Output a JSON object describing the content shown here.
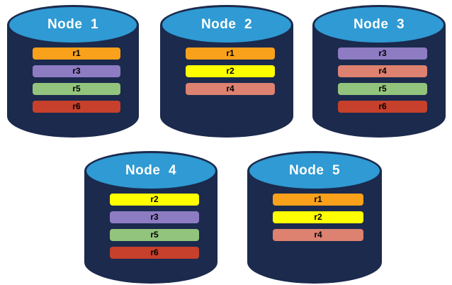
{
  "palette": {
    "background": "#ffffff",
    "cylinder_body": "#1b2a4d",
    "cylinder_top": "#2f9ad3",
    "node_title_color": "#ffffff",
    "bar_label_color": "#000000"
  },
  "replica_colors": {
    "r1": "#f9a11b",
    "r2": "#ffff00",
    "r3": "#8e7cc3",
    "r4": "#dd8170",
    "r5": "#93c47d",
    "r6": "#c6402b"
  },
  "nodes": [
    {
      "title": "Node  1",
      "replicas": [
        "r1",
        "r3",
        "r5",
        "r6"
      ]
    },
    {
      "title": "Node  2",
      "replicas": [
        "r1",
        "r2",
        "r4"
      ]
    },
    {
      "title": "Node  3",
      "replicas": [
        "r3",
        "r4",
        "r5",
        "r6"
      ]
    },
    {
      "title": "Node  4",
      "replicas": [
        "r2",
        "r3",
        "r5",
        "r6"
      ]
    },
    {
      "title": "Node  5",
      "replicas": [
        "r1",
        "r2",
        "r4"
      ]
    }
  ]
}
